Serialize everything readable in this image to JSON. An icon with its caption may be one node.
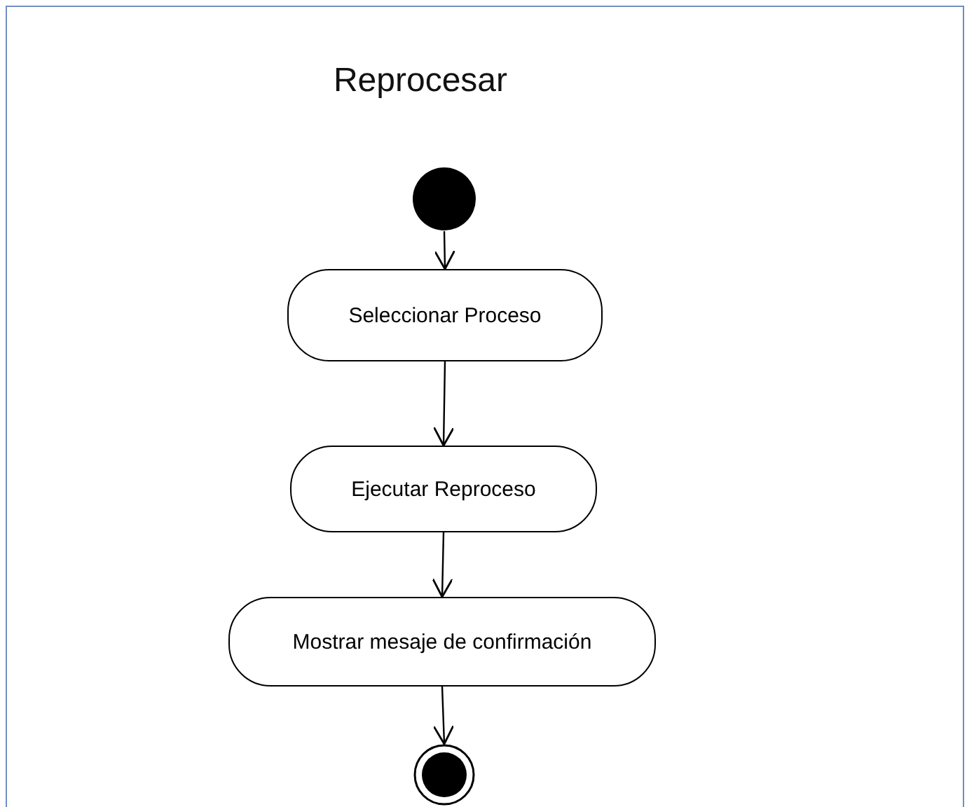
{
  "diagram": {
    "title": "Reprocesar",
    "nodes": [
      {
        "text": [],
        "shape": "circle"
      },
      {
        "text": [
          "Seleccionar Proceso"
        ]
      },
      {
        "text": [
          "Ejecutar Reproceso"
        ]
      },
      {
        "text": [
          "Mostrar mesaje de confirmación"
        ]
      },
      {
        "text": [],
        "shape": "circle"
      }
    ],
    "edges": [
      {
        "from": 0,
        "to": 1,
        "arrow": "to"
      },
      {
        "from": 1,
        "to": 2,
        "arrow": "to"
      },
      {
        "from": 2,
        "to": 3,
        "arrow": "to"
      },
      {
        "from": 3,
        "to": 4,
        "arrow": "to"
      }
    ]
  }
}
